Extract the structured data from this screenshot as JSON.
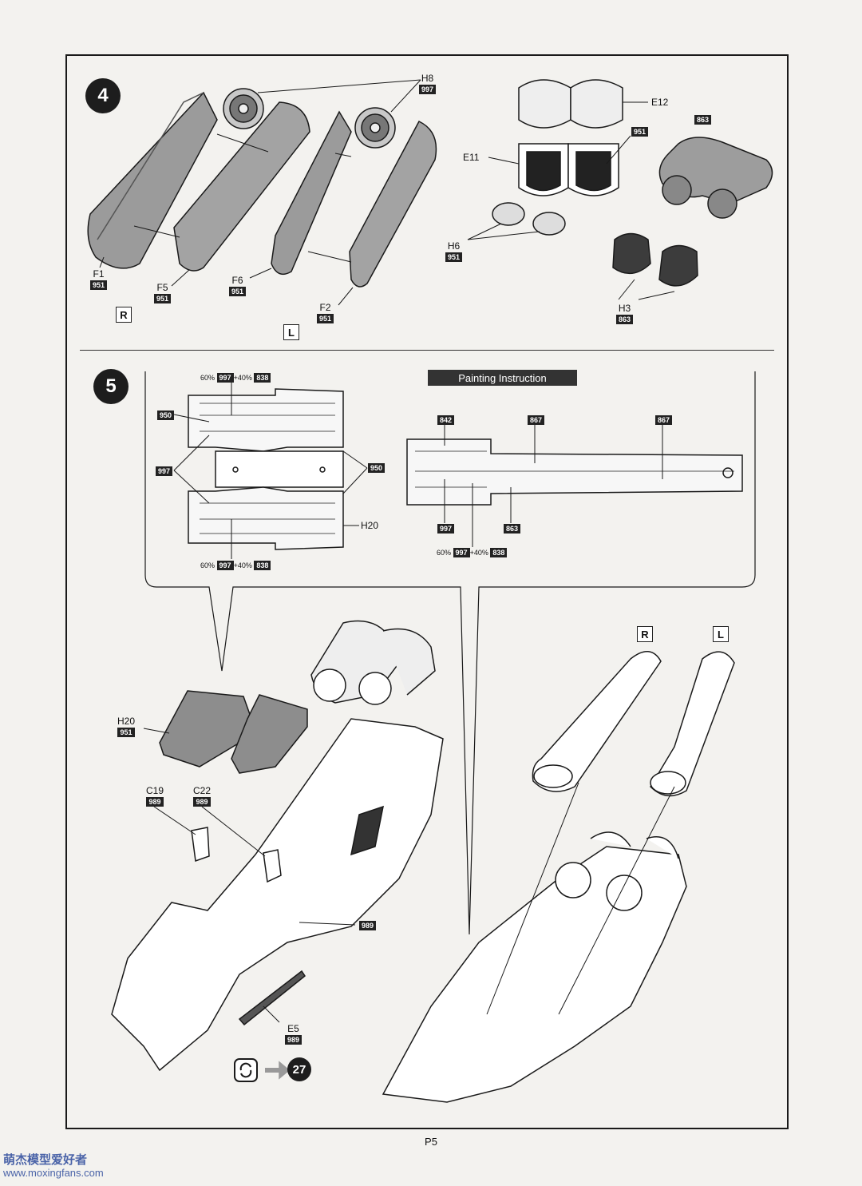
{
  "page": {
    "number": "P5"
  },
  "watermark": {
    "site": "萌杰模型爱好者",
    "url": "www.moxingfans.com"
  },
  "step4": {
    "badge": "4",
    "labels": {
      "h8": "H8",
      "h8_code": "997",
      "e12": "E12",
      "e11": "E11",
      "code_951_right": "951",
      "code_863_top": "863",
      "f1": "F1",
      "f1_code": "951",
      "f5": "F5",
      "f5_code": "951",
      "f6": "F6",
      "f6_code": "951",
      "f2": "F2",
      "f2_code": "951",
      "h6": "H6",
      "h6_code": "951",
      "h3": "H3",
      "h3_code": "863"
    },
    "side_r": "R",
    "side_l": "L"
  },
  "step5": {
    "badge": "5",
    "painting_title": "Painting Instruction",
    "mix_top": {
      "pre": "60%",
      "c1": "997",
      "mid": "+40%",
      "c2": "838"
    },
    "mix_bottom": {
      "pre": "60%",
      "c1": "997",
      "mid": "+40%",
      "c2": "838"
    },
    "mix_right": {
      "pre": "60%",
      "c1": "997",
      "mid": "+40%",
      "c2": "838"
    },
    "codes": {
      "c950_left": "950",
      "c997_left": "997",
      "c950_right": "950",
      "c842": "842",
      "c867_a": "867",
      "c867_b": "867",
      "c997_bottom": "997",
      "c863_bottom": "863"
    },
    "labels": {
      "h20_inset": "H20",
      "h20": "H20",
      "h20_code": "951",
      "c19": "C19",
      "c19_code": "989",
      "c22": "C22",
      "c22_code": "989",
      "code_989_side": "989",
      "e5": "E5",
      "e5_code": "989"
    },
    "next_step": "27",
    "side_r": "R",
    "side_l": "L"
  }
}
